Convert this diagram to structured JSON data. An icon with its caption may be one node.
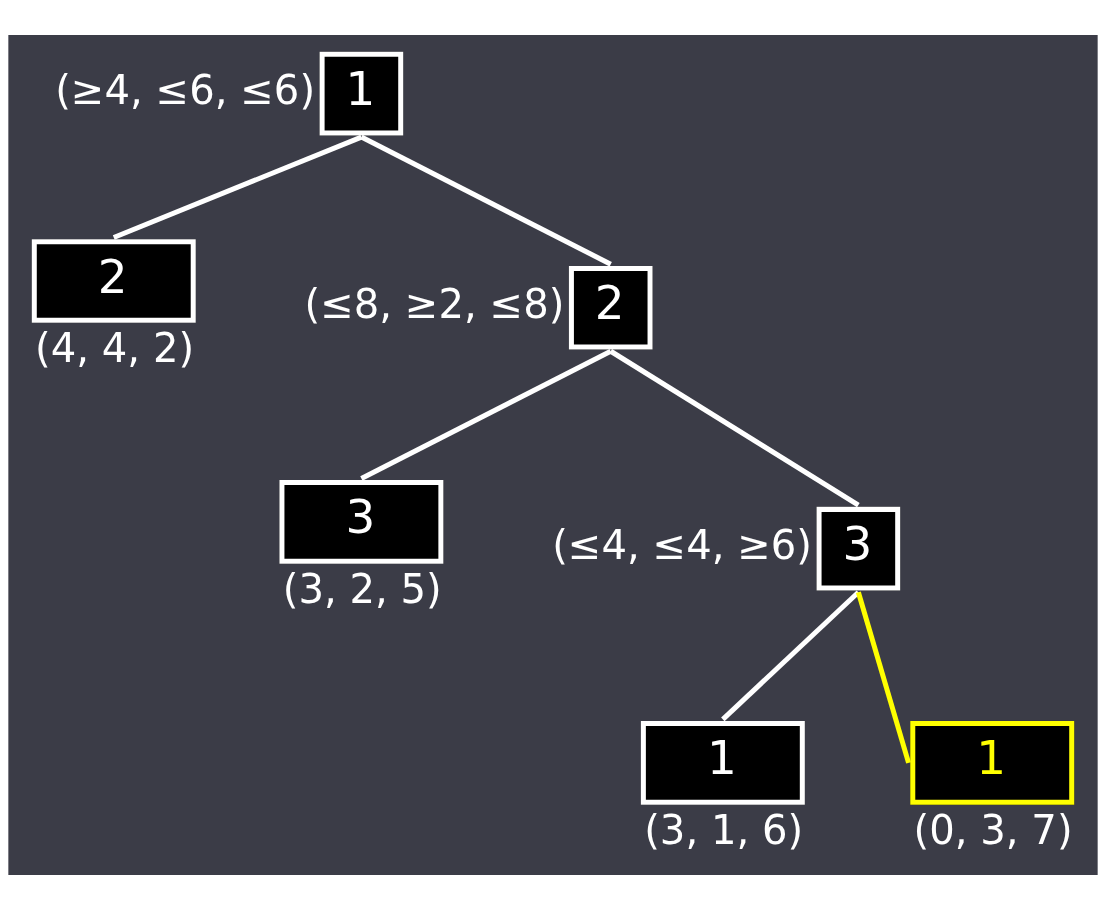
{
  "diagram": {
    "nodes": [
      {
        "text": [
          "1"
        ],
        "beside": [
          "(≥4, ≤6, ≤6)"
        ]
      },
      {
        "text": [
          "2"
        ],
        "beside": [
          "(4, 4, 2)"
        ]
      },
      {
        "text": [
          "2"
        ],
        "beside": [
          "(≤8, ≥2, ≤8)"
        ]
      },
      {
        "text": [
          "3"
        ],
        "beside": [
          "(3, 2, 5)"
        ]
      },
      {
        "text": [
          "3"
        ],
        "beside": [
          "(≤4, ≤4, ≥6)"
        ]
      },
      {
        "text": [
          "1"
        ],
        "beside": [
          "(3, 1, 6)"
        ]
      },
      {
        "text": [
          "1"
        ],
        "beside": [
          "(0, 3, 7)"
        ]
      }
    ],
    "edges": [
      {
        "from": 0,
        "to": 1,
        "arrow": "none"
      },
      {
        "from": 0,
        "to": 2,
        "arrow": "none"
      },
      {
        "from": 2,
        "to": 3,
        "arrow": "none"
      },
      {
        "from": 2,
        "to": 4,
        "arrow": "none"
      },
      {
        "from": 4,
        "to": 5,
        "arrow": "none"
      },
      {
        "from": 4,
        "to": 6,
        "arrow": "none",
        "color": "#ffff00"
      }
    ]
  }
}
